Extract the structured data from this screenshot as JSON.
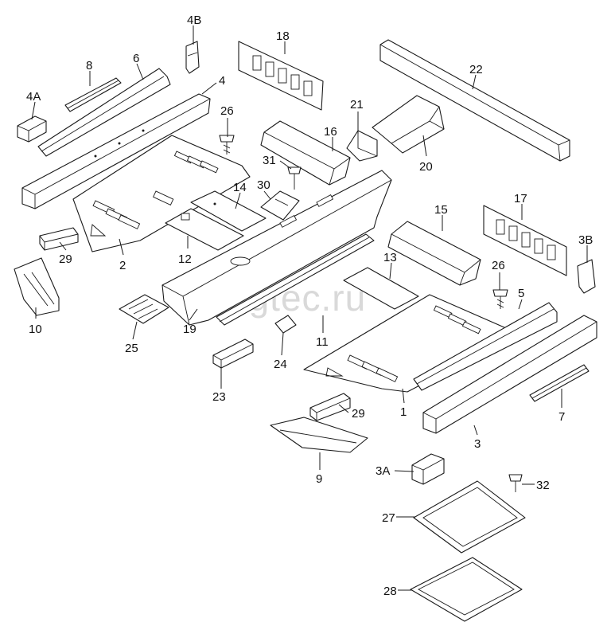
{
  "watermark": "vagtec.ru",
  "callouts": {
    "c1": "1",
    "c2": "2",
    "c3": "3",
    "c3a": "3A",
    "c3b": "3B",
    "c4": "4",
    "c4a": "4A",
    "c4b": "4B",
    "c5": "5",
    "c6": "6",
    "c7": "7",
    "c8": "8",
    "c9": "9",
    "c10": "10",
    "c11": "11",
    "c12": "12",
    "c13": "13",
    "c14": "14",
    "c15": "15",
    "c16": "16",
    "c17": "17",
    "c18": "18",
    "c19": "19",
    "c20": "20",
    "c21": "21",
    "c22": "22",
    "c23": "23",
    "c24": "24",
    "c25": "25",
    "c26a": "26",
    "c26b": "26",
    "c27": "27",
    "c28": "28",
    "c29a": "29",
    "c29b": "29",
    "c30": "30",
    "c31": "31",
    "c32": "32"
  }
}
